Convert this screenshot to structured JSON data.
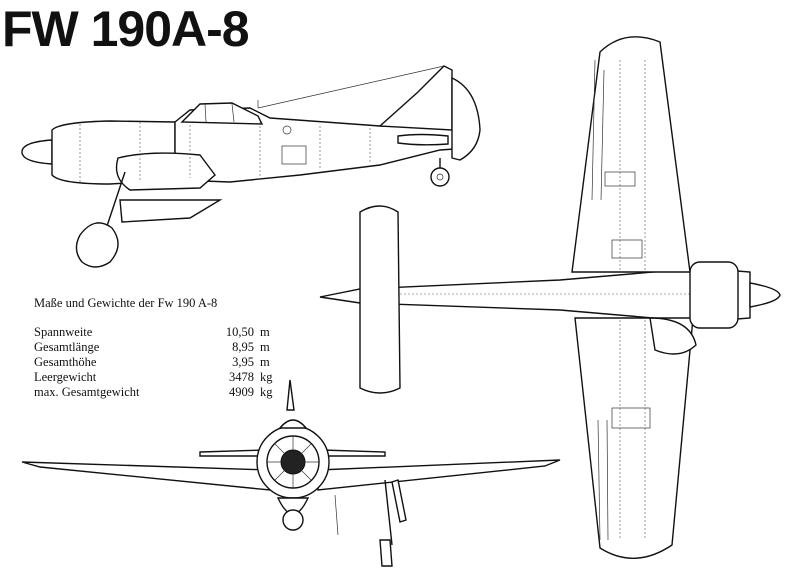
{
  "title": "FW 190A-8",
  "specs": {
    "heading": "Maße und Gewichte der Fw 190 A-8",
    "rows": [
      {
        "label": "Spannweite",
        "value": "10,50",
        "unit": "m"
      },
      {
        "label": "Gesamtlänge",
        "value": "8,95",
        "unit": "m"
      },
      {
        "label": "Gesamthöhe",
        "value": "3,95",
        "unit": "m"
      },
      {
        "label": "Leergewicht",
        "value": "3478",
        "unit": "kg"
      },
      {
        "label": "max. Gesamtgewicht",
        "value": "4909",
        "unit": "kg"
      }
    ]
  },
  "colors": {
    "ink": "#111111",
    "paper": "#ffffff"
  }
}
